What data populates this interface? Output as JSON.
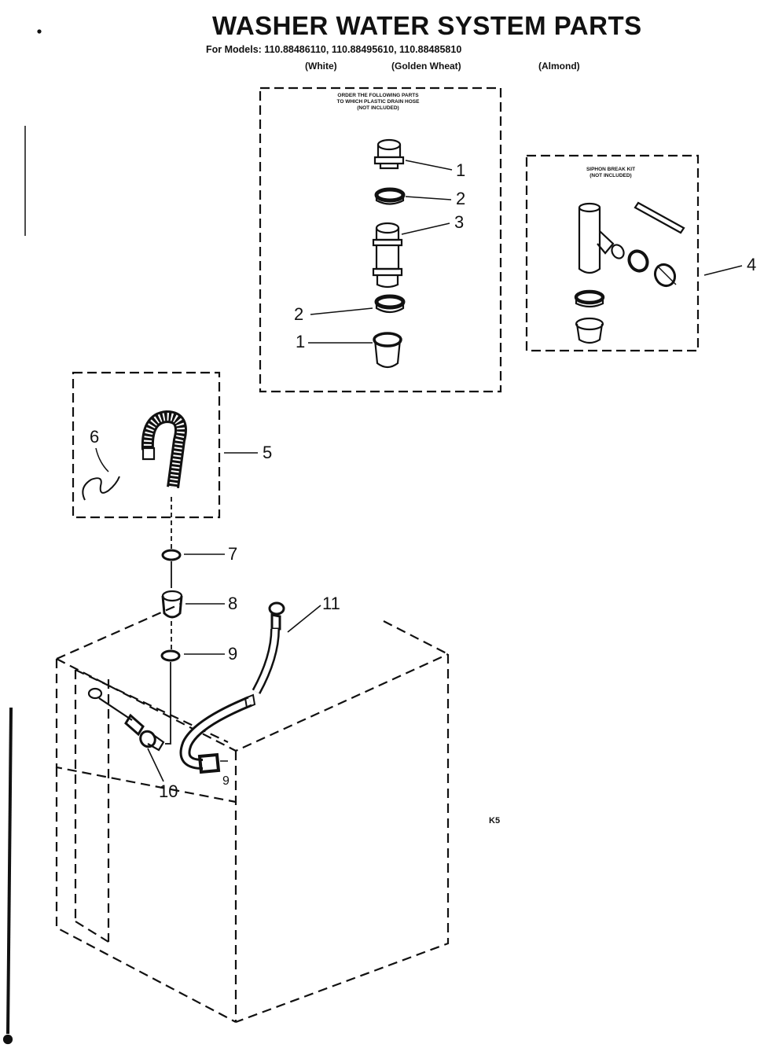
{
  "header": {
    "title": "WASHER WATER SYSTEM PARTS",
    "models_line": "For Models: 110.88486110, 110.88495610, 110.88485810",
    "colors": [
      "(White)",
      "(Golden Wheat)",
      "(Almond)"
    ]
  },
  "boxes": {
    "drain_parts_note": [
      "ORDER THE FOLLOWING PARTS",
      "TO WHICH PLASTIC DRAIN HOSE",
      "(NOT INCLUDED)"
    ],
    "siphon_kit_note": [
      "SIPHON BREAK KIT",
      "(NOT INCLUDED)"
    ]
  },
  "callouts": {
    "c1a": "1",
    "c2a": "2",
    "c3": "3",
    "c2b": "2",
    "c1b": "1",
    "c4": "4",
    "c5": "5",
    "c6": "6",
    "c7": "7",
    "c8": "8",
    "c9a": "9",
    "c9b": "9",
    "c10": "10",
    "c11": "11"
  },
  "page_code": "K5"
}
